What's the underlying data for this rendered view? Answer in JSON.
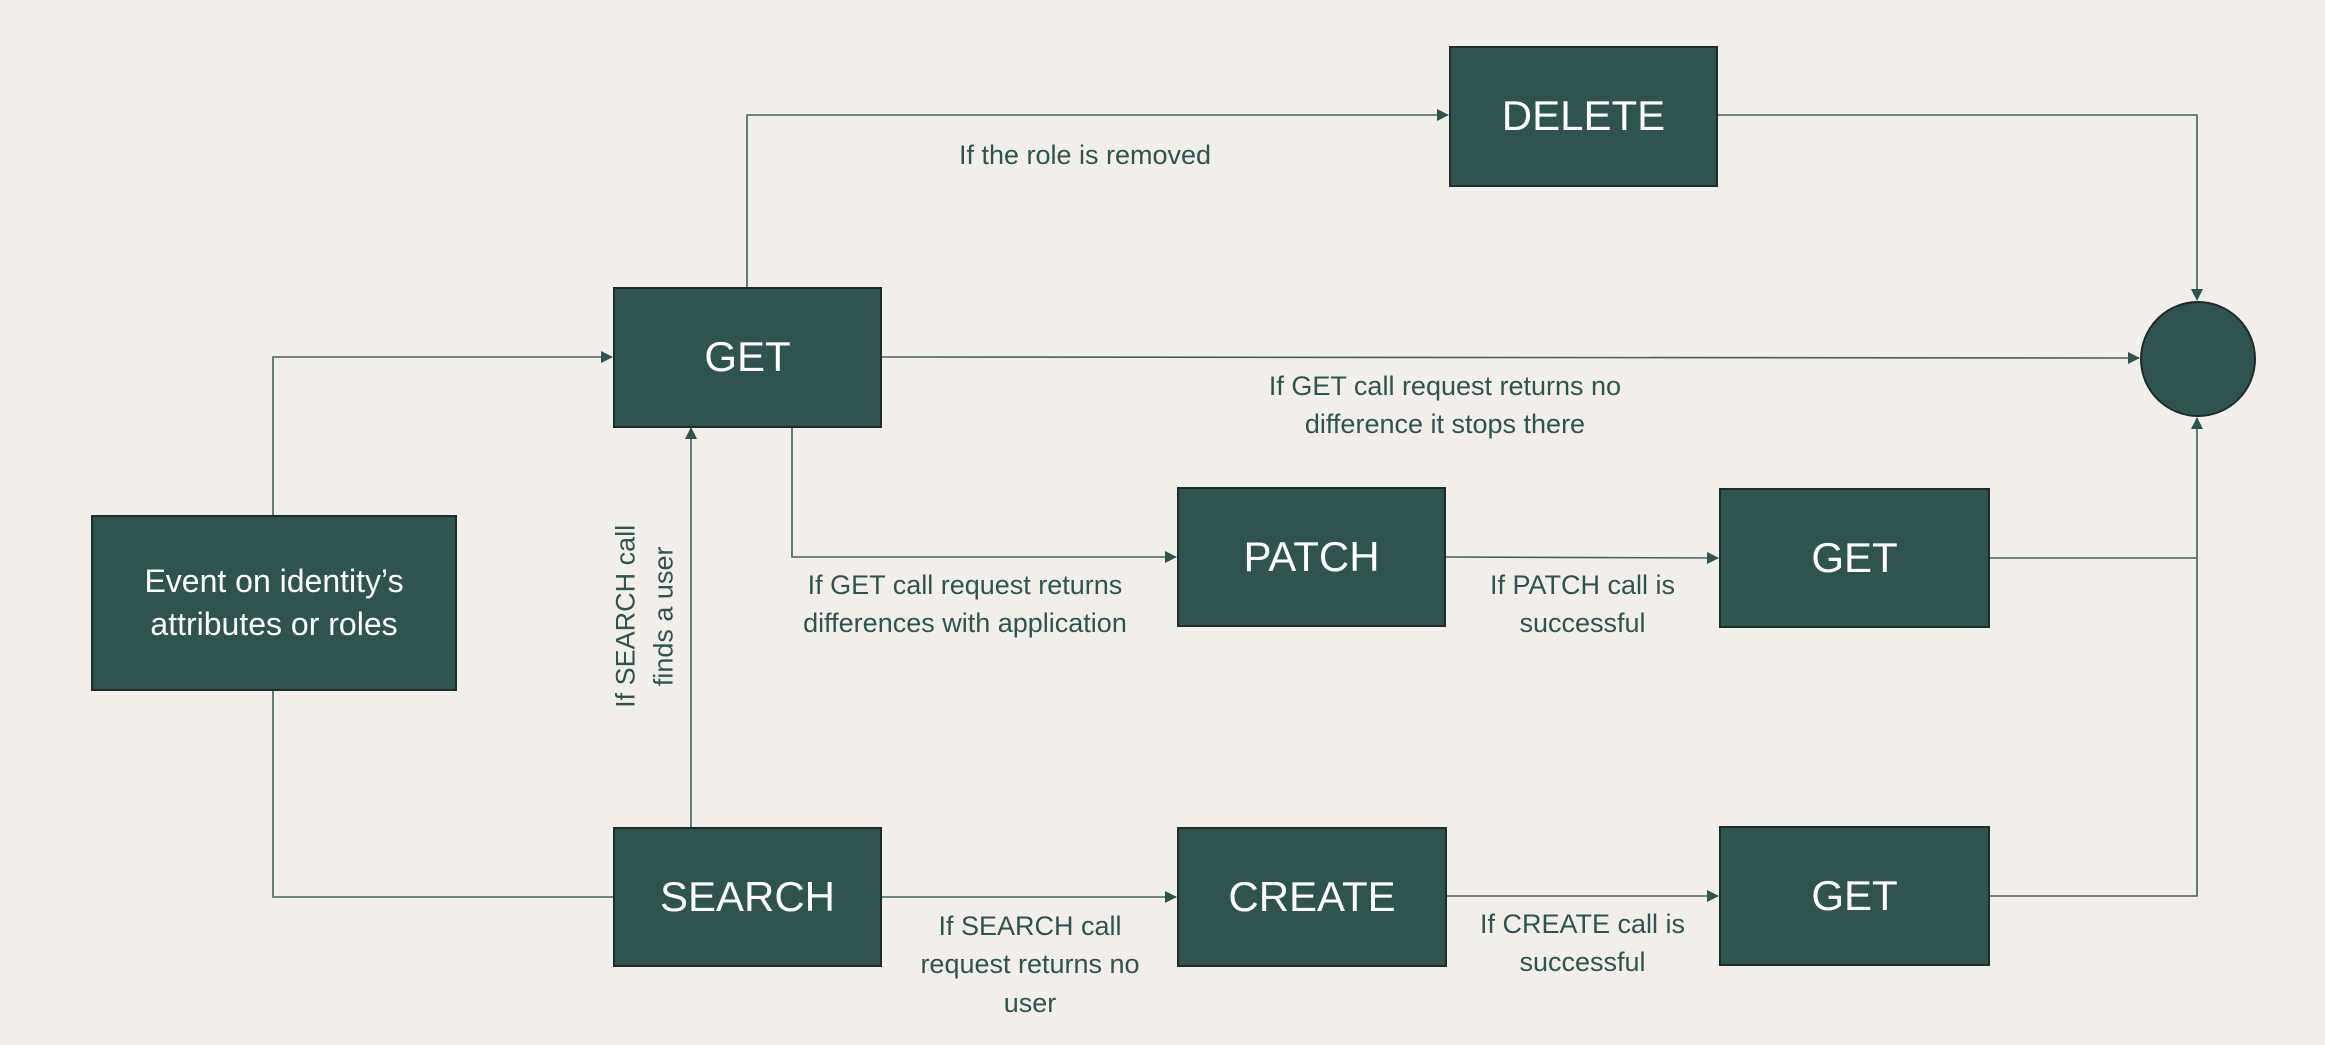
{
  "colors": {
    "background": "#f2efeb",
    "box_fill": "#2f5450",
    "box_border": "#1d2b29",
    "line": "#44605c",
    "text_dark": "#2f5450",
    "text_light": "#ffffff"
  },
  "nodes": {
    "start": "Event on identity’s\nattributes or roles",
    "get_main": "GET",
    "delete": "DELETE",
    "patch": "PATCH",
    "get_after_patch": "GET",
    "search": "SEARCH",
    "create": "CREATE",
    "get_after_create": "GET"
  },
  "edge_labels": {
    "role_removed": "If the role is removed",
    "get_no_difference": "If GET call request returns no\ndifference it stops there",
    "get_differences": "If GET call request returns\ndifferences with application",
    "patch_successful": "If PATCH call is\nsuccessful",
    "search_finds_user": "If SEARCH call\nfinds a user",
    "search_no_user": "If SEARCH call\nrequest returns no\nuser",
    "create_successful": "If CREATE call is\nsuccessful"
  }
}
